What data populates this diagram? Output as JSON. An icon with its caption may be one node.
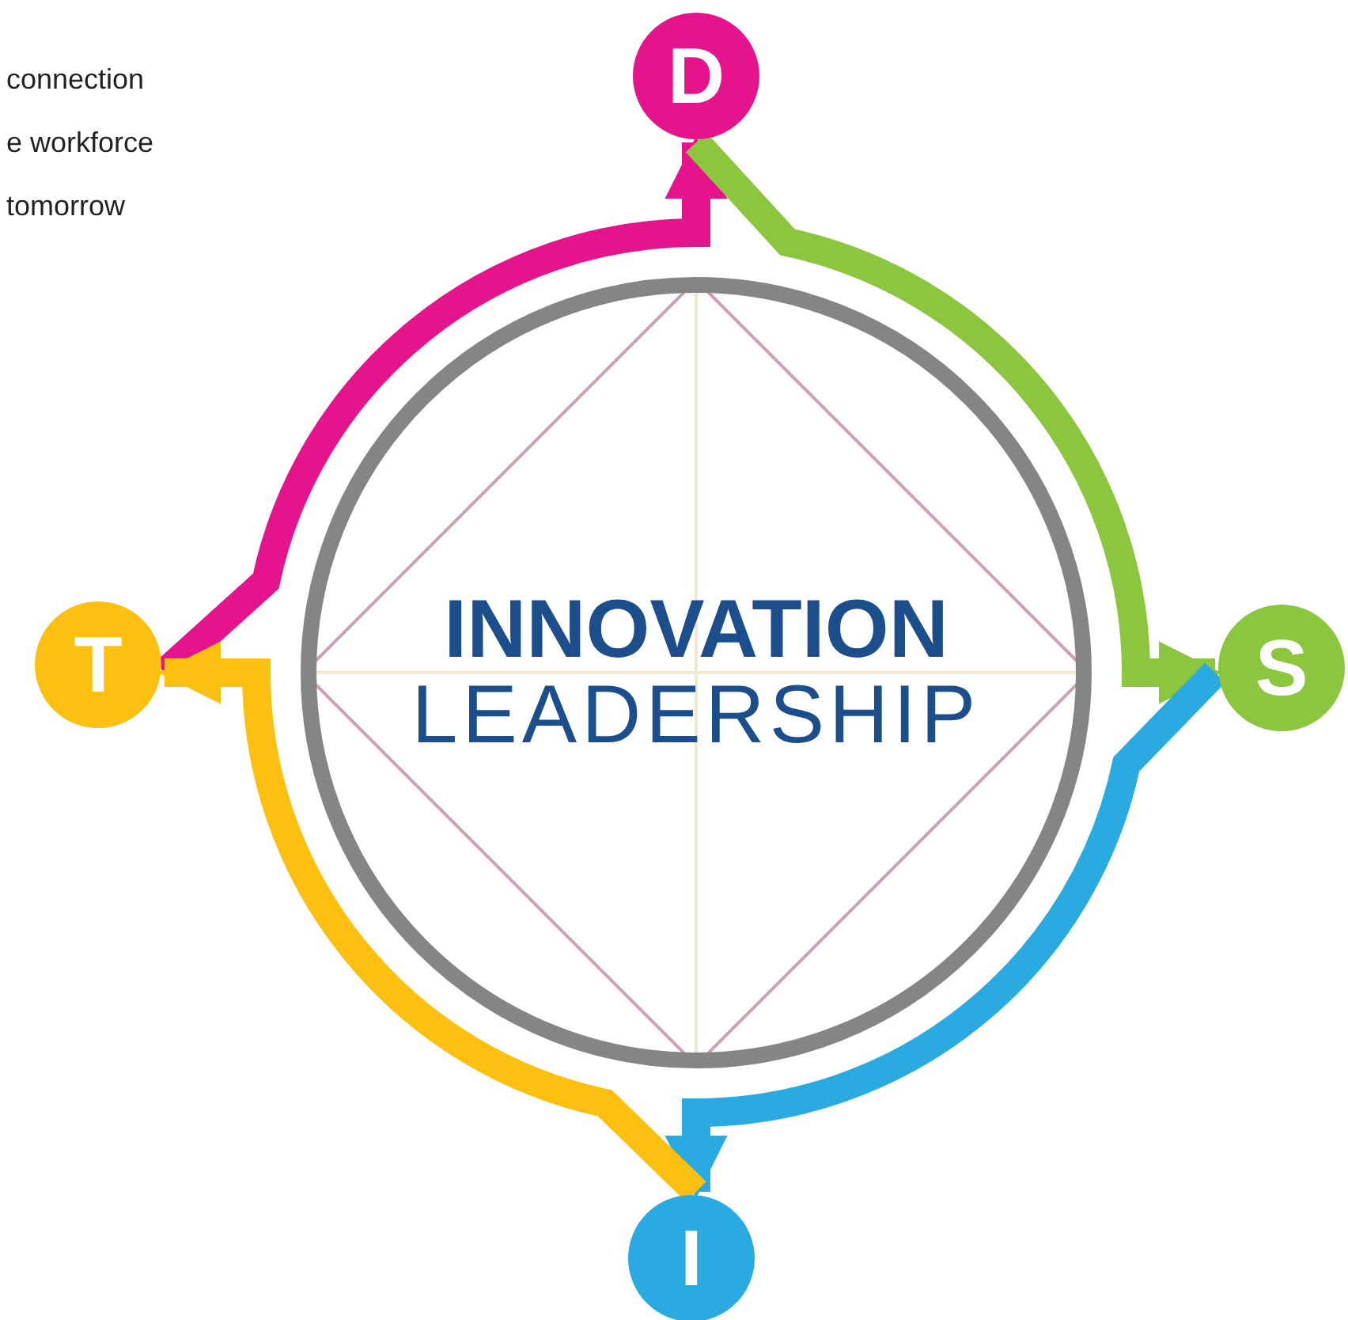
{
  "diagram": {
    "nodes": [
      {
        "text": [
          "INNOVATION",
          "LEADERSHIP"
        ]
      },
      {
        "text": [
          "D"
        ]
      },
      {
        "text": [
          "S"
        ]
      },
      {
        "text": [
          "I"
        ]
      },
      {
        "text": [
          "T"
        ]
      }
    ],
    "edges": [
      {
        "from": 4,
        "to": 1,
        "arrow": "to",
        "color": "#e5138c"
      },
      {
        "from": 1,
        "to": 2,
        "arrow": "to",
        "color": "#8cc63f"
      },
      {
        "from": 2,
        "to": 3,
        "arrow": "to",
        "color": "#29abe2"
      },
      {
        "from": 3,
        "to": 4,
        "arrow": "to",
        "color": "#fdc010"
      }
    ],
    "labels": [
      "connection",
      "e workforce",
      "tomorrow"
    ]
  }
}
